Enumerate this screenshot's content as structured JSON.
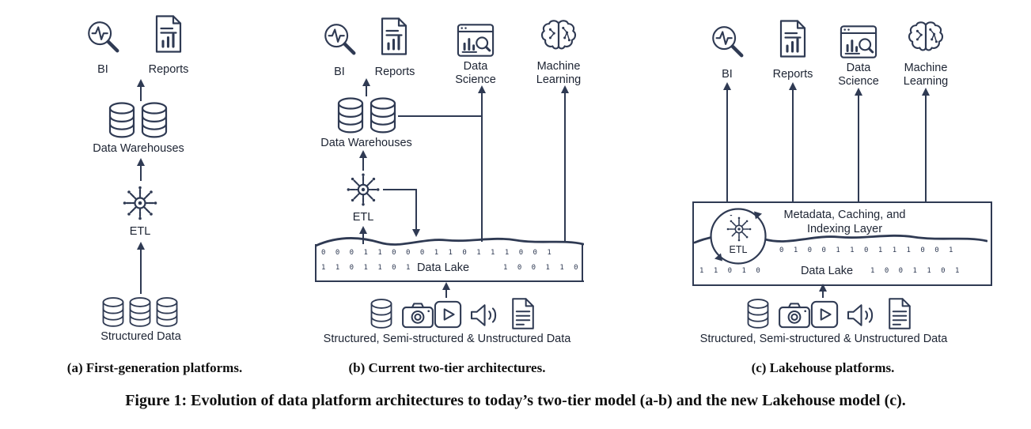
{
  "figure": {
    "main_caption": "Figure 1: Evolution of data platform architectures to today’s two-tier model (a-b) and the new Lakehouse model (c).",
    "colors": {
      "ink": "#2f3a53",
      "text": "#0f0f0f"
    },
    "panel_a": {
      "caption": "(a) First-generation platforms.",
      "bi_label": "BI",
      "reports_label": "Reports",
      "warehouses_label": "Data Warehouses",
      "etl_label": "ETL",
      "sources_label": "Structured Data"
    },
    "panel_b": {
      "caption": "(b) Current two-tier architectures.",
      "bi_label": "BI",
      "reports_label": "Reports",
      "data_science_label": "Data Science",
      "machine_learning_label": "Machine Learning",
      "warehouses_label": "Data Warehouses",
      "etl_label": "ETL",
      "lake_label": "Data Lake",
      "sources_label": "Structured, Semi-structured & Unstructured Data",
      "lake_bits_row1": "0 0 0 1 1 0 0 0 1 1 0 1 1 1 0 0 1",
      "lake_bits_row2_left": "1 1 0 1 1 0 1",
      "lake_bits_row2_right": "1 0 0 1 1 0"
    },
    "panel_c": {
      "caption": "(c) Lakehouse platforms.",
      "bi_label": "BI",
      "reports_label": "Reports",
      "data_science_label": "Data Science",
      "machine_learning_label": "Machine Learning",
      "metadata_line1": "Metadata, Caching, and",
      "metadata_line2": "Indexing Layer",
      "etl_label": "ETL",
      "lake_label": "Data Lake",
      "sources_label": "Structured, Semi-structured & Unstructured Data",
      "lake_bits_row1": "0 1 0 0 1 1 0 1 1 1 0 0 1",
      "lake_bits_row2_left": "1 1 0 1 0",
      "lake_bits_row2_right": "1 0 0 1 1 0 1"
    }
  }
}
